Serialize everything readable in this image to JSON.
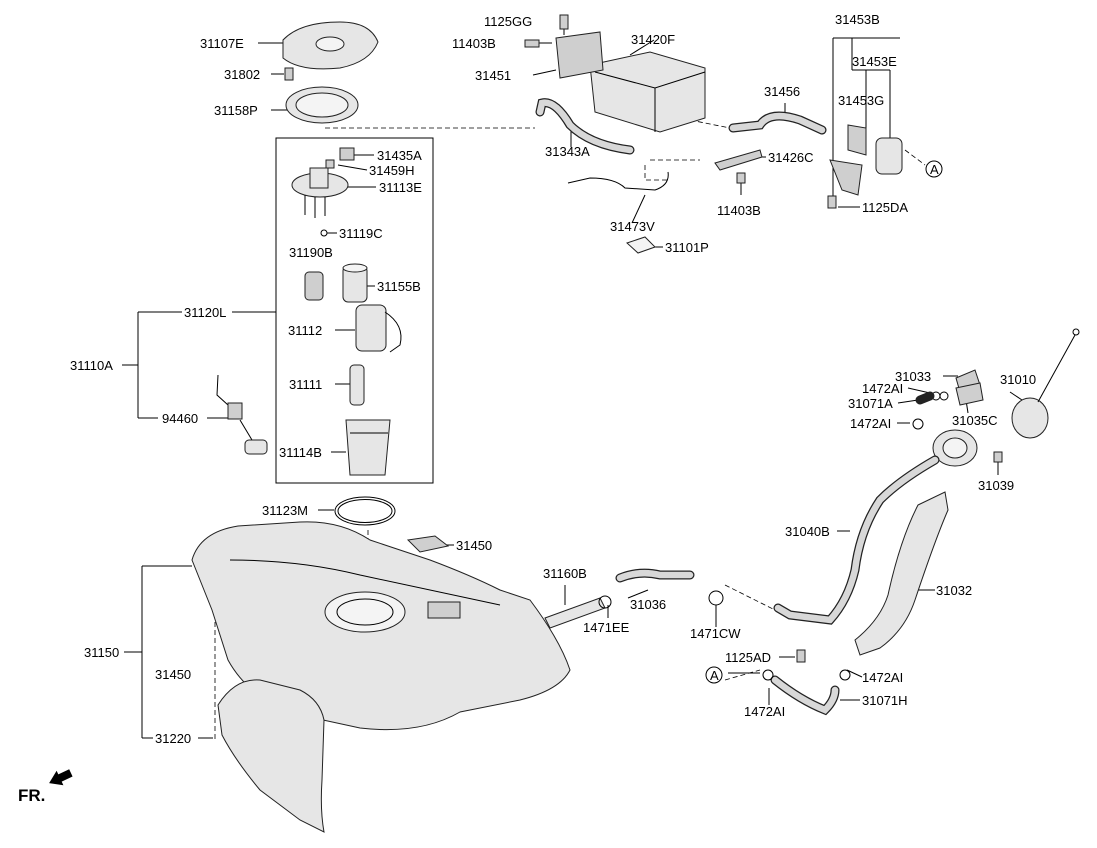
{
  "part_labels": {
    "p31107E": "31107E",
    "p31802": "31802",
    "p31158P": "31158P",
    "p31435A": "31435A",
    "p31459H": "31459H",
    "p31113E": "31113E",
    "p31119C": "31119C",
    "p31190B": "31190B",
    "p31155B": "31155B",
    "p31120L": "31120L",
    "p31112": "31112",
    "p31110A": "31110A",
    "p31111": "31111",
    "p94460": "94460",
    "p31114B": "31114B",
    "p31123M": "31123M",
    "p31450a": "31450",
    "p31450b": "31450",
    "p31150": "31150",
    "p31220": "31220",
    "p1125GG": "1125GG",
    "p11403Ba": "11403B",
    "p31420F": "31420F",
    "p31451": "31451",
    "p31343A": "31343A",
    "p31473V": "31473V",
    "p11403Bb": "11403B",
    "p31101P": "31101P",
    "p31426C": "31426C",
    "p31456": "31456",
    "p31453B": "31453B",
    "p31453E": "31453E",
    "p31453G": "31453G",
    "p1125DA": "1125DA",
    "p31033": "31033",
    "p1472AIa": "1472AI",
    "p31071A": "31071A",
    "p1472AIb": "1472AI",
    "p31010": "31010",
    "p31035C": "31035C",
    "p31039": "31039",
    "p31040B": "31040B",
    "p31032": "31032",
    "p31160B": "31160B",
    "p31036": "31036",
    "p1471EE": "1471EE",
    "p1471CW": "1471CW",
    "p1125AD": "1125AD",
    "p1472AIc": "1472AI",
    "p1472AId": "1472AI",
    "p31071H": "31071H"
  },
  "connector_markers": [
    "A",
    "A"
  ],
  "orientation": "FR."
}
